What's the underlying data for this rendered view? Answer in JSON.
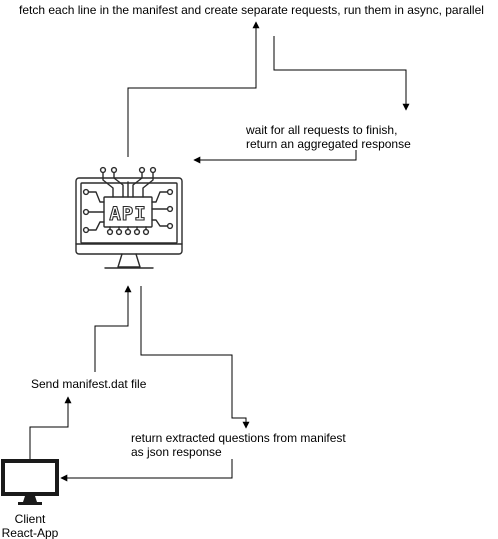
{
  "labels": {
    "fetch": "fetch each line in the manifest and create separate requests, run them in async, parallel",
    "wait_line1": "wait for all requests to finish,",
    "wait_line2": "return an aggregated response",
    "send": "Send manifest.dat file",
    "return_line1": "return extracted questions from manifest",
    "return_line2": "as json response",
    "client_line1": "Client",
    "client_line2": "React-App",
    "api_chip": "API"
  },
  "icons": {
    "api": "api-server-monitor-icon",
    "client": "desktop-monitor-icon"
  },
  "colors": {
    "stroke": "#000000",
    "text": "#000000",
    "background": "#ffffff"
  }
}
